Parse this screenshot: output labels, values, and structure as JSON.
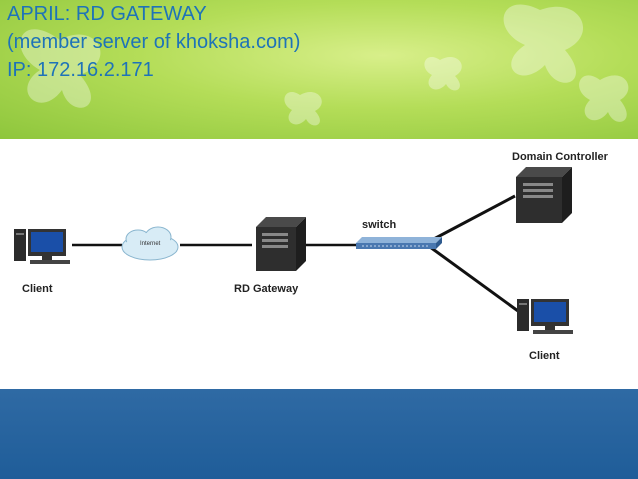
{
  "slide": {
    "title_lines": [
      "APRIL: RD GATEWAY",
      "(member server of khoksha.com)",
      "IP: 172.16.2.171"
    ]
  },
  "diagram": {
    "nodes": {
      "client_left": "Client",
      "internet": "Internet",
      "rd_gateway": "RD Gateway",
      "switch": "switch",
      "domain_controller": "Domain Controller",
      "client_right": "Client"
    }
  },
  "colors": {
    "title_text": "#1e73b8",
    "banner_green": "#b4dd58",
    "footer_blue": "#1f5d99"
  }
}
